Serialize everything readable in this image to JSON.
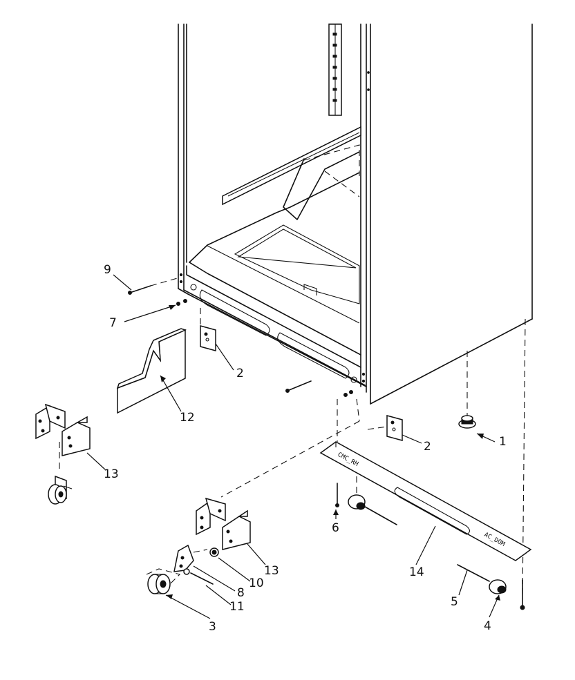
{
  "callouts": [
    {
      "id": "part-1",
      "text": "1"
    },
    {
      "id": "part-2a",
      "text": "2"
    },
    {
      "id": "part-2b",
      "text": "2"
    },
    {
      "id": "part-3",
      "text": "3"
    },
    {
      "id": "part-4",
      "text": "4"
    },
    {
      "id": "part-5",
      "text": "5"
    },
    {
      "id": "part-6",
      "text": "6"
    },
    {
      "id": "part-7",
      "text": "7"
    },
    {
      "id": "part-8",
      "text": "8"
    },
    {
      "id": "part-9",
      "text": "9"
    },
    {
      "id": "part-10",
      "text": "10"
    },
    {
      "id": "part-11",
      "text": "11"
    },
    {
      "id": "part-12",
      "text": "12"
    },
    {
      "id": "part-13a",
      "text": "13"
    },
    {
      "id": "part-13b",
      "text": "13"
    },
    {
      "id": "part-14",
      "text": "14"
    }
  ]
}
